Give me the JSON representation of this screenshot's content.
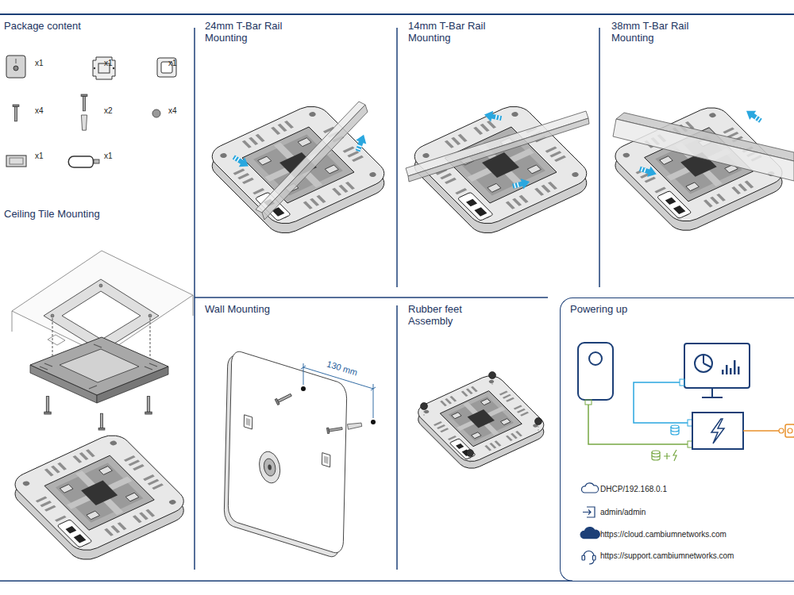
{
  "diagram": {
    "nodes": [
      {
        "text": [
          "Powering up",
          "DHCP/192.168.0.1",
          "admin/admin",
          "https://cloud.cambiumnetworks.com",
          "https://support.cambiumnetworks.com"
        ]
      }
    ],
    "labels": [
      "Package content",
      "x1",
      "x1",
      "x1",
      "x4",
      "x2",
      "x4",
      "x1",
      "x1",
      "Ceiling Tile Mounting",
      "24mm T-Bar Rail Mounting",
      "14mm T-Bar Rail Mounting",
      "38mm T-Bar Rail Mounting",
      "Wall Mounting",
      "130 mm",
      "Rubber feet Assembly"
    ]
  }
}
